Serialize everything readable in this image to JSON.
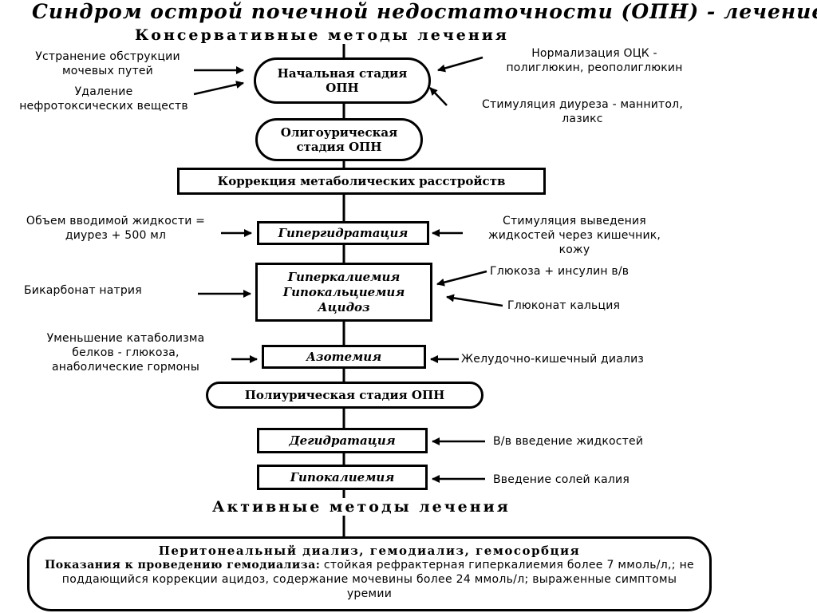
{
  "title": "Синдром острой почечной недостаточности (ОПН) - лечение",
  "sections": {
    "conservative": "Консервативные методы лечения",
    "active": "Активные методы лечения"
  },
  "nodes": {
    "initial_stage": [
      "Начальная стадия",
      "ОПН"
    ],
    "oliguric_stage": [
      "Олигоурическая",
      "стадия ОПН"
    ],
    "metabolic_correction": "Коррекция метаболических расстройств",
    "hyperhydration": "Гипергидратация",
    "electrolytes": [
      "Гиперкалиемия",
      "Гипокальциемия",
      "Ацидоз"
    ],
    "azotemia": "Азотемия",
    "polyuric_stage": "Полиурическая стадия ОПН",
    "dehydration": "Дегидратация",
    "hypokalemia": "Гипокалиемия"
  },
  "notes": {
    "obstruction": [
      "Устранение обструкции",
      "мочевых путей"
    ],
    "removal": [
      "Удаление",
      "нефротоксических веществ"
    ],
    "bcc": [
      "Нормализация ОЦК -",
      "полиглюкин, реополиглюкин"
    ],
    "diuresis": [
      "Стимуляция диуреза - маннитол,",
      "лазикс"
    ],
    "fluid_volume": [
      "Объем вводимой жидкости =",
      "диурез + 500 мл"
    ],
    "fluid_excretion": [
      "Стимуляция выведения",
      "жидкостей через кишечник,",
      "кожу"
    ],
    "bicarbonate": "Бикарбонат натрия",
    "glucose_insulin": "Глюкоза + инсулин в/в",
    "calcium": "Глюконат кальция",
    "catabolism": [
      "Уменьшение катаболизма",
      "белков - глюкоза,",
      "анаболические гормоны"
    ],
    "gi_dialysis": "Желудочно-кишечный диализ",
    "iv_fluids": "В/в введение жидкостей",
    "potassium": "Введение солей калия"
  },
  "bottom": {
    "heading": "Перитонеальный диализ, гемодиализ, гемосорбция",
    "indications_label": "Показания к проведению гемодиализа:",
    "indications_text": "стойкая рефрактерная гиперкалиемия более 7 ммоль/л,; не поддающийся коррекции ацидоз, содержание мочевины более 24 ммоль/л; выраженные симптомы уремии"
  }
}
